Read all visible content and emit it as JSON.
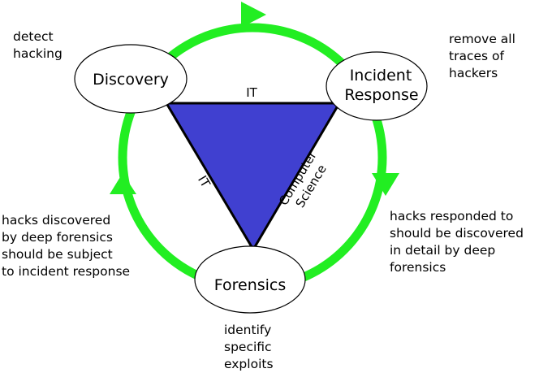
{
  "colors": {
    "cycle": "#22ee22",
    "triangle_fill": "#4040d0",
    "stroke": "#000000",
    "node_fill": "#ffffff"
  },
  "nodes": {
    "discovery": {
      "label": "Discovery"
    },
    "incident_response": {
      "label_line1": "Incident",
      "label_line2": "Response"
    },
    "forensics": {
      "label": "Forensics"
    }
  },
  "triangle_edges": {
    "top": "IT",
    "left": "IT",
    "right_line1": "Computer",
    "right_line2": "Science"
  },
  "notes": {
    "discovery": "detect\nhacking",
    "incident_response": "remove all\ntraces of\nhackers",
    "forensics": "identify\nspecific\nexploits",
    "incident_to_forensics": "hacks responded to\nshould be discovered\nin detail by deep\nforensics",
    "forensics_to_discovery": "hacks discovered\nby deep forensics\nshould be subject\nto incident response"
  },
  "arrow_icons": [
    "arrow-right-icon",
    "arrow-down-icon",
    "arrow-up-icon"
  ]
}
